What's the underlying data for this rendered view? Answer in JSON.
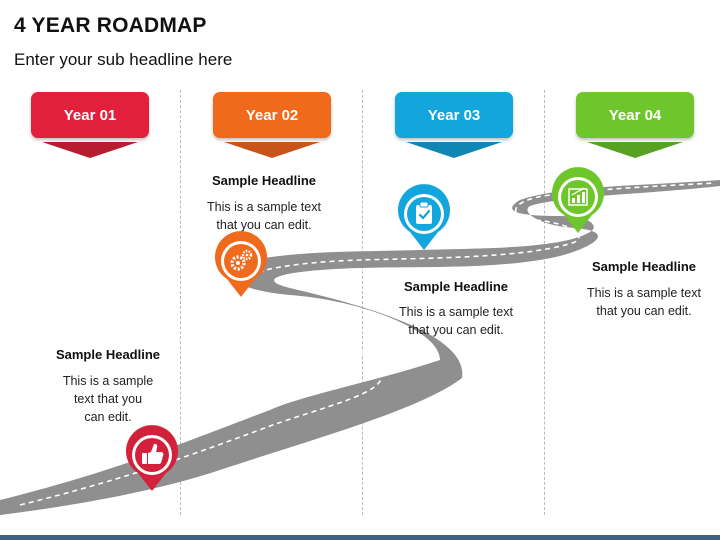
{
  "title": "4 YEAR ROADMAP",
  "subtitle": "Enter your sub headline here",
  "years": [
    {
      "label": "Year 01",
      "color": "#e3203c",
      "arrow_color": "#b81c30"
    },
    {
      "label": "Year 02",
      "color": "#f06a1d",
      "arrow_color": "#c9541a"
    },
    {
      "label": "Year 03",
      "color": "#12a6dc",
      "arrow_color": "#0f86b3"
    },
    {
      "label": "Year 04",
      "color": "#6ec52c",
      "arrow_color": "#57a223"
    }
  ],
  "milestones": [
    {
      "headline": "Sample Headline",
      "text_lines": [
        "This is a sample",
        "text that you",
        "can edit."
      ],
      "icon": "thumbs-up-icon",
      "color": "#d4213b"
    },
    {
      "headline": "Sample Headline",
      "text_lines": [
        "This is a sample text",
        "that you can edit."
      ],
      "icon": "gears-icon",
      "color": "#f06a1d"
    },
    {
      "headline": "Sample Headline",
      "text_lines": [
        "This is a sample text",
        "that you can edit."
      ],
      "icon": "clipboard-check-icon",
      "color": "#12a6dc"
    },
    {
      "headline": "Sample Headline",
      "text_lines": [
        "This is a sample text",
        "that you can edit."
      ],
      "icon": "growth-chart-icon",
      "color": "#6ec52c"
    }
  ],
  "road_color": "#8f8f8f"
}
